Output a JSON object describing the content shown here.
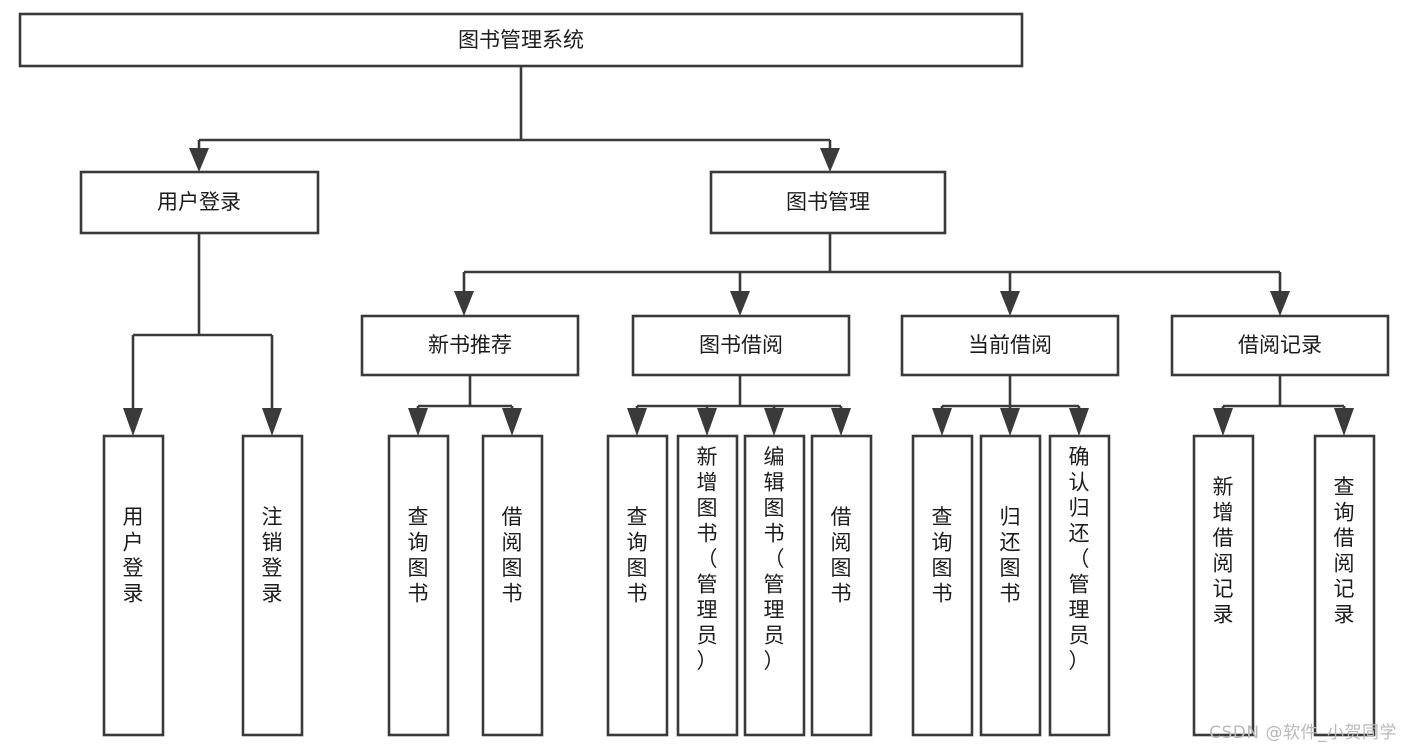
{
  "diagram": {
    "title": "图书管理系统",
    "watermark": "CSDN @软件_小贺同学",
    "root": {
      "id": "root",
      "label": "图书管理系统"
    },
    "level2": [
      {
        "id": "user-login",
        "label": "用户登录"
      },
      {
        "id": "book-management",
        "label": "图书管理"
      }
    ],
    "level3": [
      {
        "id": "new-book-recommend",
        "label": "新书推荐",
        "parent": "book-management"
      },
      {
        "id": "book-borrow",
        "label": "图书借阅",
        "parent": "book-management"
      },
      {
        "id": "current-borrow",
        "label": "当前借阅",
        "parent": "book-management"
      },
      {
        "id": "borrow-record",
        "label": "借阅记录",
        "parent": "book-management"
      }
    ],
    "leaves": [
      {
        "id": "leaf-user-login",
        "label": "用户登录",
        "parent": "user-login"
      },
      {
        "id": "leaf-logout",
        "label": "注销登录",
        "parent": "user-login"
      },
      {
        "id": "leaf-query-book-1",
        "label": "查询图书",
        "parent": "new-book-recommend"
      },
      {
        "id": "leaf-borrow-book-1",
        "label": "借阅图书",
        "parent": "new-book-recommend"
      },
      {
        "id": "leaf-query-book-2",
        "label": "查询图书",
        "parent": "book-borrow"
      },
      {
        "id": "leaf-add-book",
        "label": "新增图书（管理员）",
        "parent": "book-borrow"
      },
      {
        "id": "leaf-edit-book",
        "label": "编辑图书（管理员）",
        "parent": "book-borrow"
      },
      {
        "id": "leaf-borrow-book-2",
        "label": "借阅图书",
        "parent": "book-borrow"
      },
      {
        "id": "leaf-query-book-3",
        "label": "查询图书",
        "parent": "current-borrow"
      },
      {
        "id": "leaf-return-book",
        "label": "归还图书",
        "parent": "current-borrow"
      },
      {
        "id": "leaf-confirm-return",
        "label": "确认归还（管理员）",
        "parent": "current-borrow"
      },
      {
        "id": "leaf-add-record",
        "label": "新增借阅记录",
        "parent": "borrow-record"
      },
      {
        "id": "leaf-query-record",
        "label": "查询借阅记录",
        "parent": "borrow-record"
      }
    ],
    "colors": {
      "stroke": "#3a3a3a",
      "fill": "#ffffff",
      "text": "#1c1c1c",
      "watermark": "#b9b9b9"
    }
  }
}
